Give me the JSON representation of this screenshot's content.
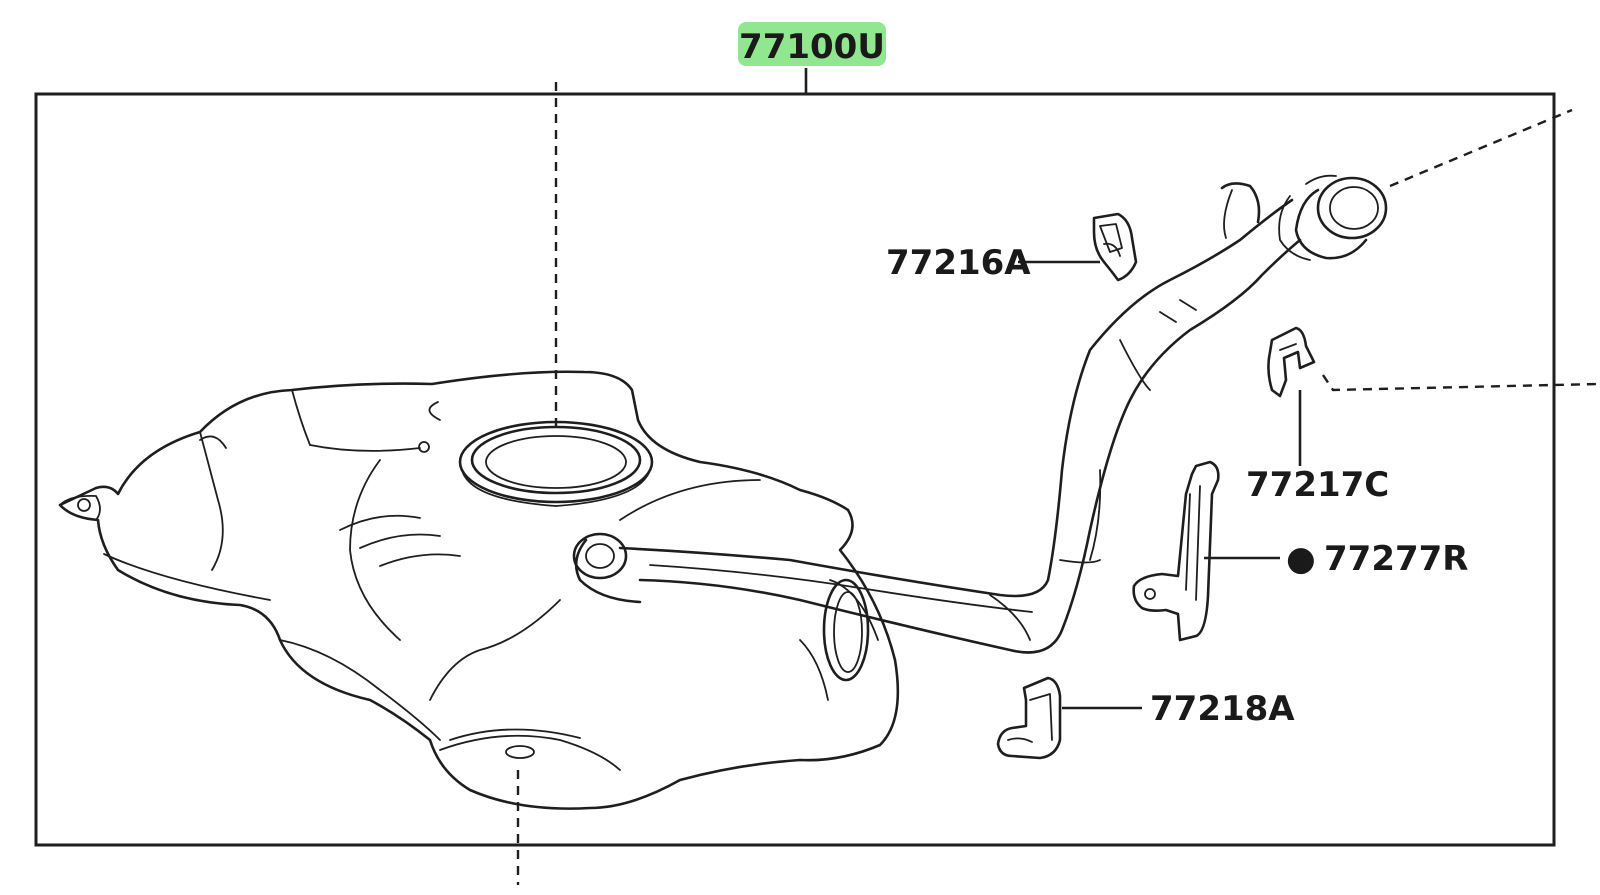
{
  "assembly": {
    "part_number": "77100U",
    "highlight_color": "#7de37d"
  },
  "parts": [
    {
      "id": "77216A",
      "label": "77216A",
      "marker": ""
    },
    {
      "id": "77217C",
      "label": "77217C",
      "marker": ""
    },
    {
      "id": "77277R",
      "label": "77277R",
      "marker": "●"
    },
    {
      "id": "77218A",
      "label": "77218A",
      "marker": ""
    }
  ],
  "colors": {
    "line": "#1e1e1e",
    "background": "#ffffff"
  }
}
